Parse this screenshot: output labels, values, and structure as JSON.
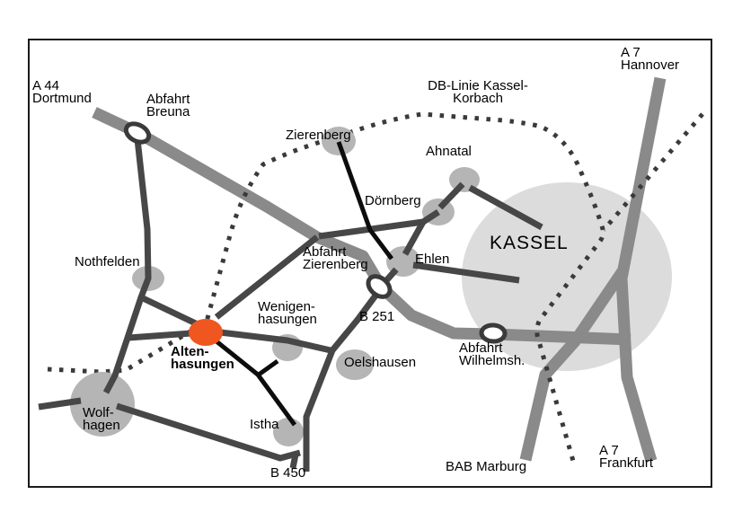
{
  "colors": {
    "autobahn": "#8a8a8a",
    "road": "#474747",
    "black_road": "#0d0d0d",
    "rail": "#3a3a3a",
    "city": "#dcdcdc",
    "town": "#b5b5b5",
    "highlight": "#f0561f",
    "frame": "#1a1a1a",
    "text": "#000000"
  },
  "labels": {
    "a44_dortmund": "A 44\nDortmund",
    "abfahrt_breuna": "Abfahrt\nBreuna",
    "db_linie": "DB-Linie Kassel-\nKorbach",
    "a7_hannover": "A 7\nHannover",
    "zierenberg": "Zierenberg",
    "ahnatal": "Ahnatal",
    "doernberg": "Dörnberg",
    "kassel": "KASSEL",
    "abfahrt_zierenberg": "Abfahrt\nZierenberg",
    "ehlen": "Ehlen",
    "nothfelden": "Nothfelden",
    "wenigenhasungen": "Wenigen-\nhasungen",
    "b251": "B 251",
    "altenhasungen": "Alten-\nhasungen",
    "oelshausen": "Oelshausen",
    "abfahrt_wilhelmsh": "Abfahrt\nWilhelmsh.",
    "wolfhagen": "Wolf-\nhagen",
    "istha": "Istha",
    "b450": "B 450",
    "bab_marburg": "BAB Marburg",
    "a7_frankfurt": "A 7\nFrankfurt"
  }
}
